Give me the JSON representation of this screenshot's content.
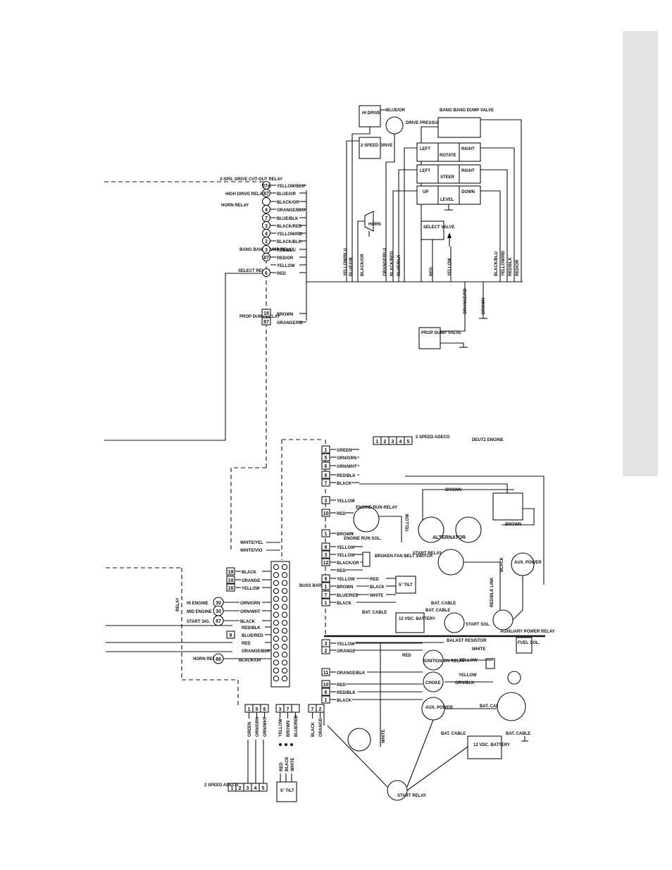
{
  "relay_panel": {
    "drive_cutout_relay": "2-SPD. DRIVE CUT-OUT RELAY",
    "high_drive_relay": "HIGH DRIVE RELAY",
    "horn_relay": "HORN RELAY",
    "bang_bang_dump_relay": "BANG BANG DUMP RELAY",
    "select_relay": "SELECT RELAY",
    "prop_dump_relay": "PROP DUMP RELAY",
    "terminals": [
      {
        "num": "87a",
        "wire": "YELLOW/BLU"
      },
      {
        "num": "87",
        "wire": "BLUE/OR"
      },
      {
        "num": "",
        "wire": "BLACK/OR"
      },
      {
        "num": "4",
        "wire": "ORANGE/BLU"
      },
      {
        "num": "7",
        "wire": "BLUE/BLK"
      },
      {
        "num": "3",
        "wire": "BLACK/RED"
      },
      {
        "num": "4",
        "wire": "YELLOW/RD"
      },
      {
        "num": "2",
        "wire": "BLACK/BLU"
      },
      {
        "num": "3",
        "wire": "RED/BLU"
      },
      {
        "num": "87",
        "wire": "RED/OR"
      },
      {
        "num": "",
        "wire": "YELLOW"
      },
      {
        "num": "6",
        "wire": "RED"
      }
    ],
    "prop_terminals": [
      {
        "num": "18",
        "wire": "BROWN"
      },
      {
        "num": "87",
        "wire": "ORANGE/RD"
      }
    ]
  },
  "control_panel": {
    "hi_drive": "HI DRIVE",
    "two_speed_drive": "2 SPEED DRIVE",
    "blue_or": "BLUE/OR",
    "drive_pressure_switch": "DRIVE PRESSURE SWITCH",
    "bang_bang_dump_valve": "BANG BANG DUMP VALVE",
    "rotate": {
      "left": "LEFT",
      "center": "ROTATE",
      "right": "RIGHT"
    },
    "steer": {
      "left": "LEFT",
      "center": "STEER",
      "right": "RIGHT"
    },
    "level": {
      "left": "UP",
      "center": "LEVEL",
      "right": "DOWN"
    },
    "horn": "HORN",
    "select_valve": "SELECT VALVE",
    "prop_dump_valve": "PROP DUMP VALVE",
    "vertical_wires": [
      "YELLOW/BLU",
      "BLUE/OR",
      "BLACK/OR",
      "ORANGE/BLU",
      "BLACK/RED",
      "BLUE/BLK",
      "RED",
      "YELLOW",
      "BLACK/BLU",
      "YELLOW/RD",
      "RED/BLK",
      "RED/OR"
    ],
    "orange_rd": "ORANGE/RD",
    "brown": "BROWN"
  },
  "engine_panel": {
    "adeco_label": "2 SPEED ADECO",
    "adeco_pins": [
      "1",
      "2",
      "3",
      "4",
      "5"
    ],
    "deutz_engine": "DEUTZ ENGINE",
    "top_terminals": [
      {
        "num": "1",
        "wire": "GREEN"
      },
      {
        "num": "5",
        "wire": "ORN/GRN"
      },
      {
        "num": "6",
        "wire": "GRN/WHT"
      },
      {
        "num": "8",
        "wire": "RED/BLK"
      },
      {
        "num": "7",
        "wire": "BLACK"
      }
    ],
    "engine_run_relay": "ENGINE RUN RELAY",
    "engine_run_sol": "ENGINE RUN SOL.",
    "run_terminals": [
      {
        "num": "3",
        "wire": "YELLOW"
      },
      {
        "num": "10",
        "wire": "RED"
      },
      {
        "num": "1",
        "wire": "BROWN"
      }
    ],
    "yellow_vertical": "YELLOW",
    "brown_top": "BROWN",
    "brown_right": "BROWN",
    "alternator": "ALTERNATOR",
    "aux_power": "AUX. POWER",
    "broken_fan_belt_switch": "BROKEN FAN BELT SWITCH",
    "fan_terminals": [
      {
        "num": "8",
        "wire": "YELLOW"
      },
      {
        "num": "3",
        "wire": "YELLOW"
      },
      {
        "num": "12",
        "wire": "BLACK/OR"
      },
      {
        "num": "",
        "wire": "RED"
      }
    ],
    "start_relay": "START RELAY",
    "tilt_label": "5° TILT",
    "tilt_terminals": [
      {
        "num": "9",
        "wire": "YELLOW",
        "out": "RED"
      },
      {
        "num": "1",
        "wire": "BROWN",
        "out": "BLACK"
      },
      {
        "num": "7",
        "wire": "BLUE/RED",
        "out": "WHITE"
      },
      {
        "num": "1",
        "wire": "BLACK",
        "out": ""
      }
    ],
    "bat_cable": "BAT. CABLE",
    "battery": "12 VDC. BATTERY",
    "start_sol": "START SOL.",
    "auxiliary_power_relay": "AUXILIARY POWER RELAY",
    "black_vert": "BLACK",
    "red_blk_link": "RED/BLK LINK",
    "white_yel": "WHITE/YEL",
    "white_vio": "WHITE/VIO"
  },
  "buss_panel": {
    "buss_bar": "BUSS BAR",
    "left_terminals": [
      {
        "num": "18",
        "wire": "BLACK"
      },
      {
        "num": "10",
        "wire": "ORANGE"
      },
      {
        "num": "16",
        "wire": "YELLOW"
      }
    ],
    "relay_label": "RELAY",
    "engine_rows": [
      {
        "label": "HI ENGINE",
        "num": "30",
        "wire": "ORN/GRN"
      },
      {
        "label": "MID ENGINE",
        "num": "30",
        "wire": "GRN/WHT"
      },
      {
        "label": "START SIG.",
        "num": "87",
        "wire": "BLACK"
      }
    ],
    "lower_wires": [
      {
        "num": "",
        "wire": "RED/BLK"
      },
      {
        "num": "9",
        "wire": "BLUE/RED"
      },
      {
        "num": "",
        "wire": "RED"
      },
      {
        "num": "",
        "wire": "ORANGE/BLK"
      }
    ],
    "horn_relay": {
      "label": "HORN RELAY",
      "num": "86",
      "wire": "BLACK/OR"
    },
    "bottom_pins": [
      "1",
      "5",
      "6",
      "3",
      "7",
      "",
      "7",
      "2"
    ],
    "bottom_wires": [
      "GREEN",
      "ORN/GRN",
      "GRN/WHT",
      "YELLOW",
      "BROWN",
      "BLUE/RED",
      "BLACK",
      "ORANGE"
    ],
    "mid_wires": [
      "RED",
      "BLACK",
      "WHITE"
    ],
    "adeco_label": "2 SPEED ADECO",
    "adeco_pins": [
      "1",
      "2",
      "3",
      "4",
      "5"
    ],
    "tilt_label": "5° TILT"
  },
  "gas_panel": {
    "terminals": [
      {
        "num": "3",
        "wire": "YELLOW"
      },
      {
        "num": "2",
        "wire": "ORANGE"
      },
      {
        "num": "11",
        "wire": "ORANGE/BLK"
      },
      {
        "num": "10",
        "wire": "RED"
      },
      {
        "num": "8",
        "wire": "RED/BLK"
      },
      {
        "num": "1",
        "wire": "BLACK"
      }
    ],
    "ballast_resistor": "BALAST RESISTOR",
    "white": "WHITE",
    "fuel_sol": "FUEL SOL.",
    "red": "RED",
    "ignition_on_relay": "IGNITION ON RELAY",
    "yellow": "YELLOW",
    "yellow2": "YELLOW",
    "choke": "CHOKE",
    "orn_blk": "ORN/BLK",
    "aux_power": "AUX. POWER",
    "bat_cable": "BAT. CABLE",
    "battery": "12 VDC. BATTERY",
    "start_relay": "START RELAY",
    "white_vert": "WHITE"
  }
}
